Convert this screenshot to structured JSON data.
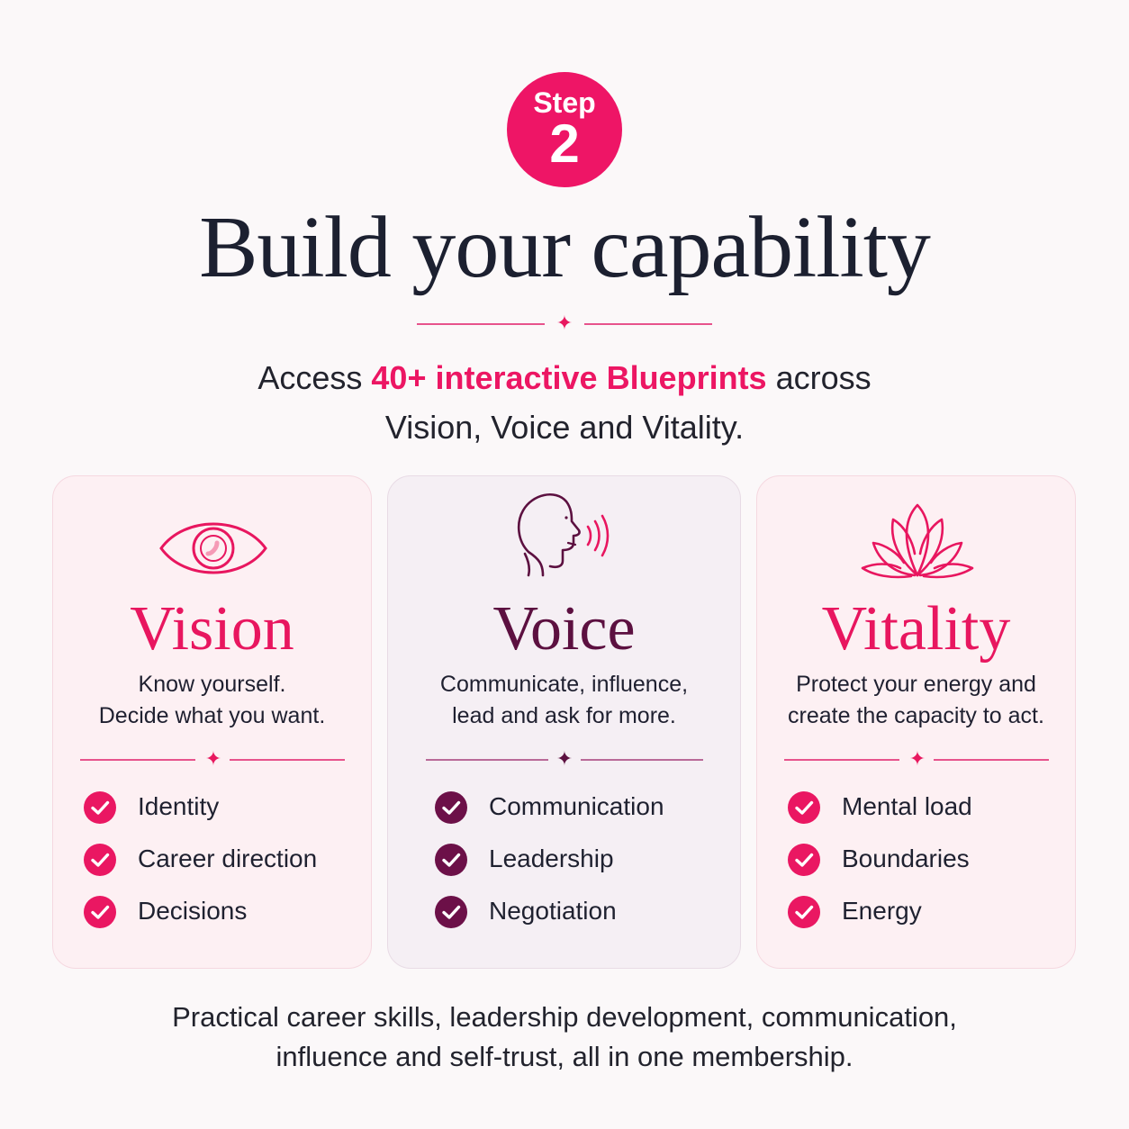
{
  "step": {
    "label": "Step",
    "number": "2"
  },
  "title": "Build your capability",
  "subtitle": {
    "prefix": "Access ",
    "highlight": "40+ interactive Blueprints",
    "suffix": " across",
    "line2": "Vision, Voice and Vitality."
  },
  "cards": [
    {
      "icon": "eye-icon",
      "title": "Vision",
      "desc": [
        "Know yourself.",
        "Decide what you want."
      ],
      "items": [
        "Identity",
        "Career direction",
        "Decisions"
      ]
    },
    {
      "icon": "speaking-head-icon",
      "title": "Voice",
      "desc": [
        "Communicate, influence,",
        "lead and ask for more."
      ],
      "items": [
        "Communication",
        "Leadership",
        "Negotiation"
      ]
    },
    {
      "icon": "lotus-icon",
      "title": "Vitality",
      "desc": [
        "Protect your energy and",
        "create the capacity to act."
      ],
      "items": [
        "Mental load",
        "Boundaries",
        "Energy"
      ]
    }
  ],
  "footer": [
    "Practical career skills, leadership development, communication,",
    "influence and self-trust, all in one membership."
  ],
  "colors": {
    "accent": "#ee1566",
    "voice": "#5c1040",
    "text": "#1e2130",
    "background": "#fbf8f9"
  }
}
